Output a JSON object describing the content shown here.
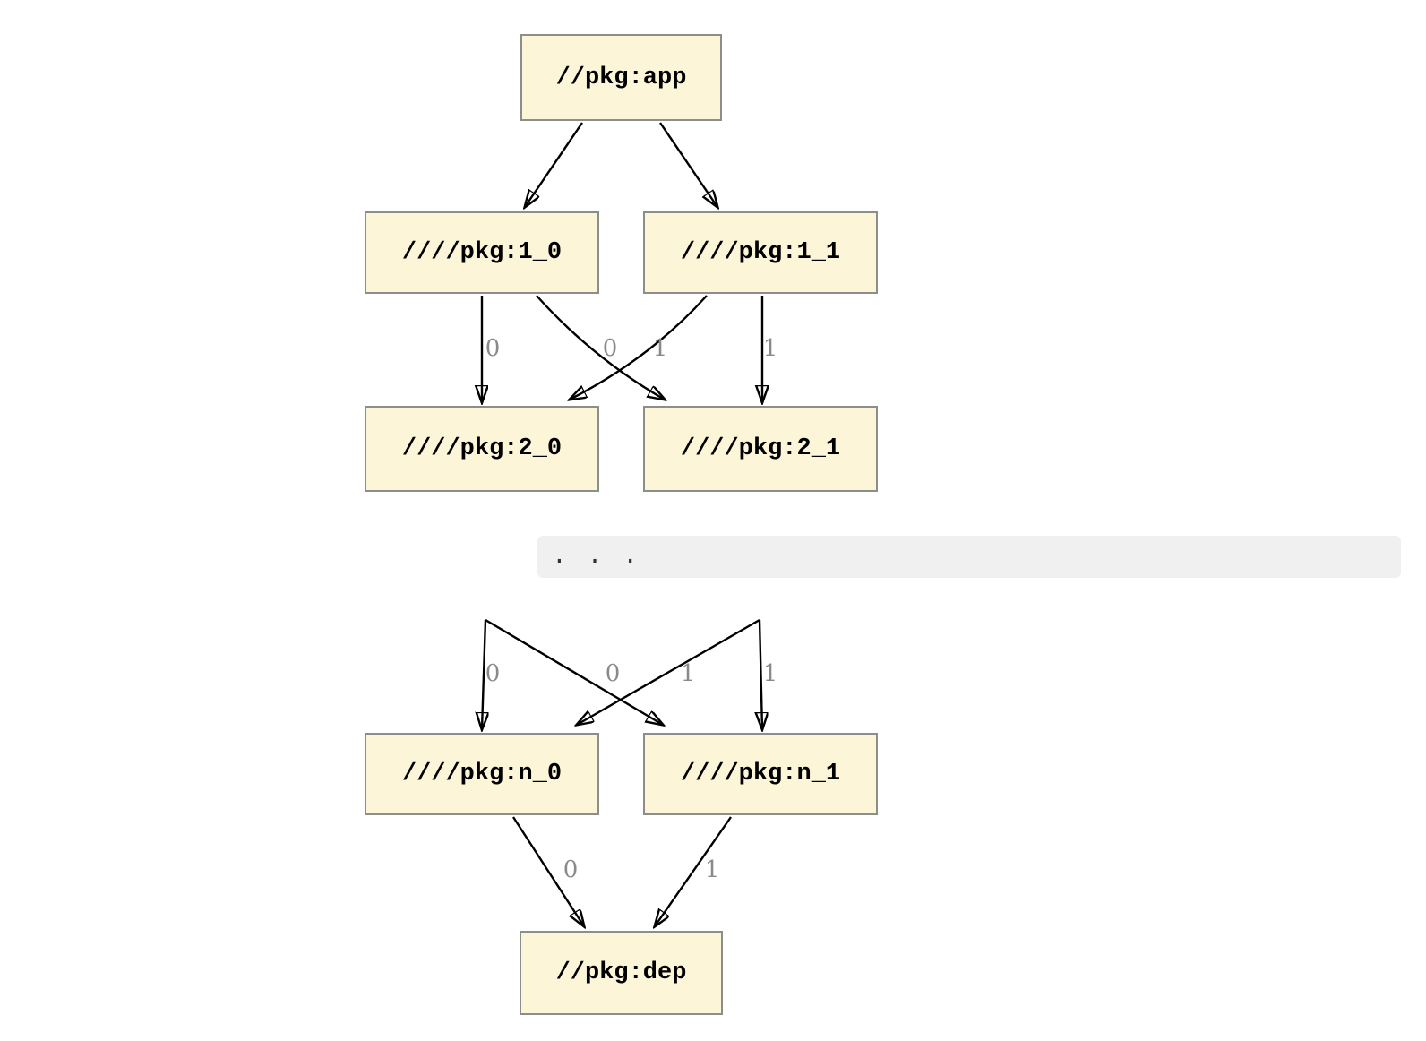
{
  "diagram": {
    "type": "dependency-graph",
    "nodes": [
      {
        "id": "app",
        "label": "//pkg:app"
      },
      {
        "id": "1_0",
        "label": "////pkg:1_0"
      },
      {
        "id": "1_1",
        "label": "////pkg:1_1"
      },
      {
        "id": "2_0",
        "label": "////pkg:2_0"
      },
      {
        "id": "2_1",
        "label": "////pkg:2_1"
      },
      {
        "id": "n_0",
        "label": "////pkg:n_0"
      },
      {
        "id": "n_1",
        "label": "////pkg:n_1"
      },
      {
        "id": "dep",
        "label": "//pkg:dep"
      }
    ],
    "edges": [
      {
        "from": "//pkg:app",
        "to": "////pkg:1_0",
        "label": ""
      },
      {
        "from": "//pkg:app",
        "to": "////pkg:1_1",
        "label": ""
      },
      {
        "from": "////pkg:1_0",
        "to": "////pkg:2_0",
        "label": "0"
      },
      {
        "from": "////pkg:1_0",
        "to": "////pkg:2_1",
        "label": "1"
      },
      {
        "from": "////pkg:1_1",
        "to": "////pkg:2_0",
        "label": "0"
      },
      {
        "from": "////pkg:1_1",
        "to": "////pkg:2_1",
        "label": "1"
      },
      {
        "from": "...",
        "to": "////pkg:n_0",
        "label": "0"
      },
      {
        "from": "...",
        "to": "////pkg:n_1",
        "label": "1"
      },
      {
        "from": "...",
        "to": "////pkg:n_0",
        "label": "0"
      },
      {
        "from": "...",
        "to": "////pkg:n_1",
        "label": "1"
      },
      {
        "from": "////pkg:n_0",
        "to": "//pkg:dep",
        "label": "0"
      },
      {
        "from": "////pkg:n_1",
        "to": "//pkg:dep",
        "label": "1"
      }
    ],
    "ellipsis_text": ". . .",
    "colors": {
      "node_fill": "#fcf5d8",
      "node_border": "#8b8e89",
      "edge": "#000000",
      "edge_label": "#8a8a8a",
      "ellipsis_band_bg": "#f0f0f0"
    }
  }
}
